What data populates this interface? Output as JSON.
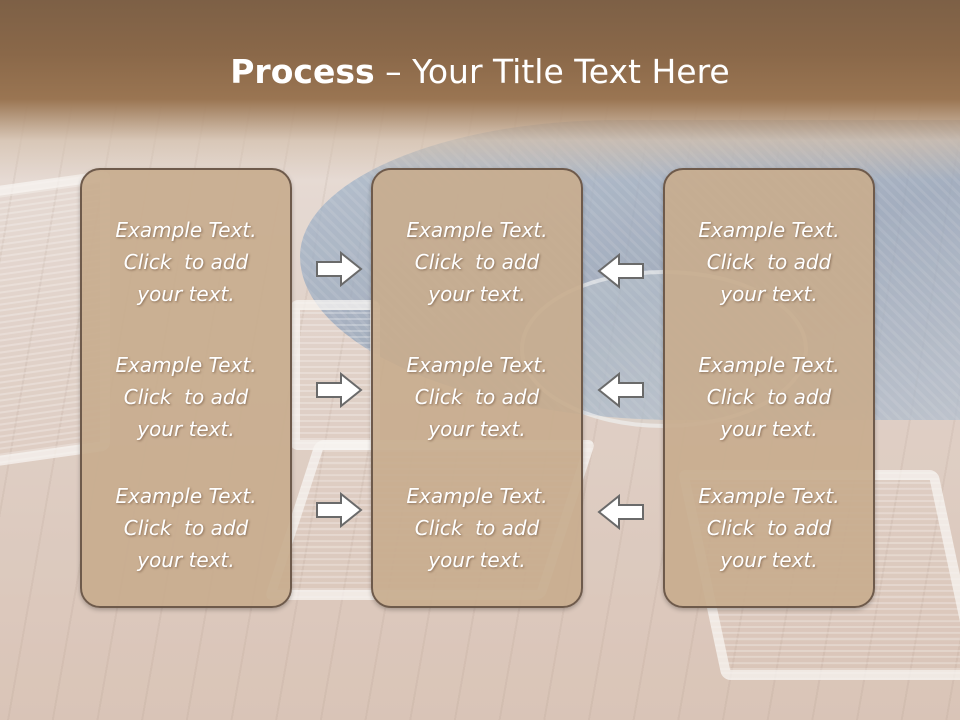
{
  "slide": {
    "title_bold": "Process",
    "title_rest": " – Your Title Text Here",
    "colors": {
      "title_band": "#8a6849",
      "box_fill": "#c8ac8e",
      "box_border": "#6e5a4b",
      "text": "#ffffff",
      "arrow_fill": "#ffffff",
      "arrow_stroke": "#6a6a6a"
    }
  },
  "columns": [
    {
      "items": [
        {
          "line1": "Example Text.",
          "line2": "Click  to add",
          "line3": "your text."
        },
        {
          "line1": "Example Text.",
          "line2": "Click  to add",
          "line3": "your text."
        },
        {
          "line1": "Example Text.",
          "line2": "Click  to add",
          "line3": "your text."
        }
      ]
    },
    {
      "items": [
        {
          "line1": "Example Text.",
          "line2": "Click  to add",
          "line3": "your text."
        },
        {
          "line1": "Example Text.",
          "line2": "Click  to add",
          "line3": "your text."
        },
        {
          "line1": "Example Text.",
          "line2": "Click  to add",
          "line3": "your text."
        }
      ]
    },
    {
      "items": [
        {
          "line1": "Example Text.",
          "line2": "Click  to add",
          "line3": "your text."
        },
        {
          "line1": "Example Text.",
          "line2": "Click  to add",
          "line3": "your text."
        },
        {
          "line1": "Example Text.",
          "line2": "Click  to add",
          "line3": "your text."
        }
      ]
    }
  ],
  "arrows": {
    "left_group": [
      "arrow-right-icon",
      "arrow-right-icon",
      "arrow-right-icon"
    ],
    "right_group": [
      "arrow-left-icon",
      "arrow-left-icon",
      "arrow-left-icon"
    ]
  }
}
